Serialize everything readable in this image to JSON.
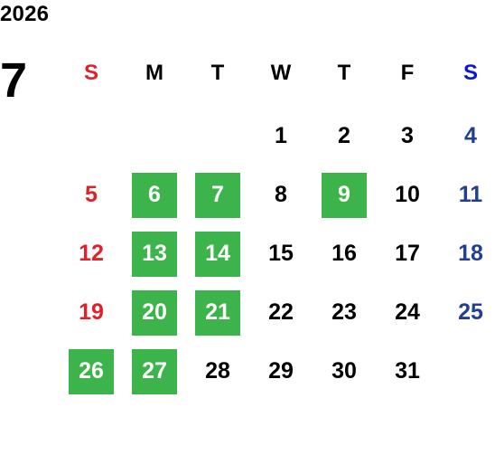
{
  "calendar": {
    "year": "2026",
    "month": "7",
    "highlight_color": "#3cb44b",
    "weekday_colors": [
      "#e0202a",
      "#000000",
      "#000000",
      "#000000",
      "#000000",
      "#000000",
      "#0a16d8"
    ],
    "day_colors": [
      "#e0202a",
      "#000000",
      "#000000",
      "#000000",
      "#000000",
      "#000000",
      "#233f93"
    ],
    "weekdays": [
      "S",
      "M",
      "T",
      "W",
      "T",
      "F",
      "S"
    ],
    "weeks": [
      [
        "",
        "",
        "",
        "1",
        "2",
        "3",
        "4"
      ],
      [
        "5",
        "6",
        "7",
        "8",
        "9",
        "10",
        "11"
      ],
      [
        "12",
        "13",
        "14",
        "15",
        "16",
        "17",
        "18"
      ],
      [
        "19",
        "20",
        "21",
        "22",
        "23",
        "24",
        "25"
      ],
      [
        "26",
        "27",
        "28",
        "29",
        "30",
        "31",
        ""
      ]
    ],
    "highlighted_days": [
      "6",
      "7",
      "9",
      "13",
      "14",
      "20",
      "21",
      "26",
      "27"
    ]
  }
}
